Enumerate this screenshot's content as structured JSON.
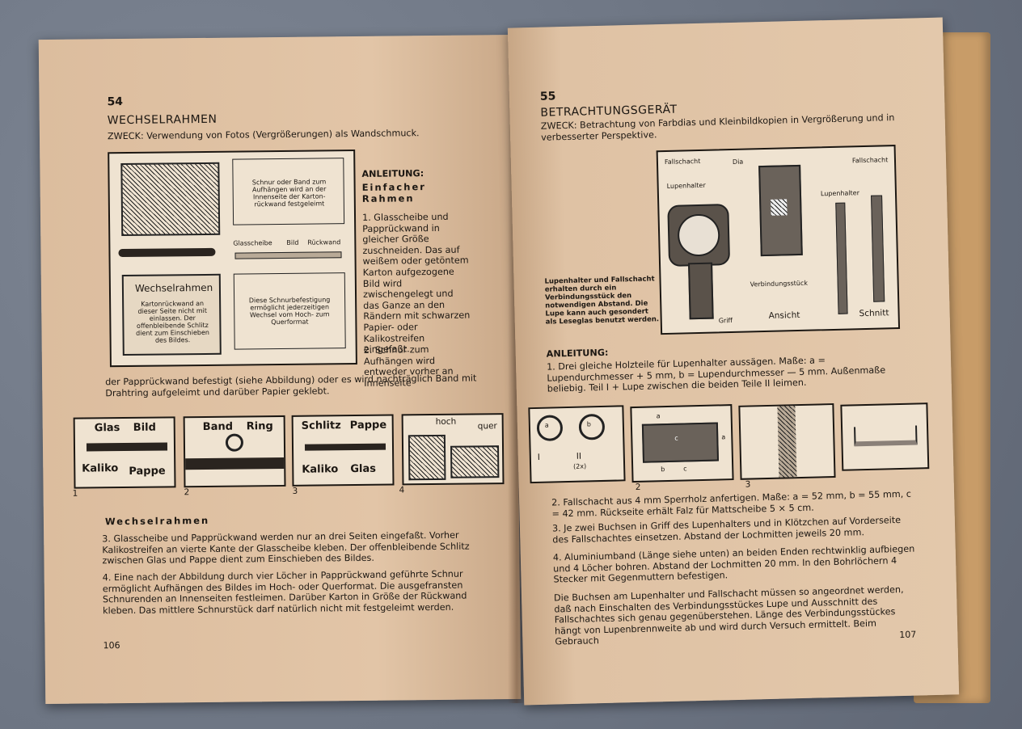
{
  "left": {
    "section_number": "54",
    "title": "WECHSELRAHMEN",
    "purpose": "ZWECK: Verwendung von Fotos (Vergrößerungen) als Wandschmuck.",
    "fig_labels": {
      "string_note": "Schnur oder Band zum Aufhängen wird an der Innenseite der Karton-rückwand festgeleimt",
      "glasscheibe": "Glasscheibe",
      "bild": "Bild",
      "rueckwand": "Rückwand",
      "frame_title": "Wechselrahmen",
      "frame_note": "Kartonrückwand an dieser Seite nicht mit einlassen. Der offenbleibende Schlitz dient zum Einschieben des Bildes.",
      "fastening_note": "Diese Schnurbefestigung ermöglicht jederzeitigen Wechsel vom Hoch- zum Querformat"
    },
    "instructions_heading": "ANLEITUNG:",
    "subheading": "Einfacher Rahmen",
    "step1": "1. Glasscheibe und Papprückwand in gleicher Größe zuschneiden. Das auf weißem oder getöntem Karton aufgezogene Bild wird zwischengelegt und das Ganze an den Rändern mit schwarzen Papier- oder Kalikostreifen eingefaßt.",
    "step2": "2. Schnur zum Aufhängen wird entweder vorher an Innenseite",
    "step2_cont": "der Papprückwand befestigt (siehe Abbildung) oder es wird nachträglich Band mit Drahtring aufgeleimt und darüber Papier geklebt.",
    "small_figs": [
      {
        "number": "1",
        "labels": [
          "Glas",
          "Bild",
          "Kaliko",
          "Pappe"
        ]
      },
      {
        "number": "2",
        "labels": [
          "Band",
          "Ring"
        ]
      },
      {
        "number": "3",
        "labels": [
          "Schlitz",
          "Pappe",
          "Kaliko",
          "Glas"
        ]
      },
      {
        "number": "4",
        "labels": [
          "hoch",
          "quer"
        ]
      }
    ],
    "subheading2": "Wechselrahmen",
    "step3": "3. Glasscheibe und Papprückwand werden nur an drei Seiten eingefaßt. Vorher Kalikostreifen an vierte Kante der Glasscheibe kleben. Der offenbleibende Schlitz zwischen Glas und Pappe dient zum Einschieben des Bildes.",
    "step4": "4. Eine nach der Abbildung durch vier Löcher in Papprückwand geführte Schnur ermöglicht Aufhängen des Bildes im Hoch- oder Querformat. Die ausgefransten Schnurenden an Innenseiten festleimen. Darüber Karton in Größe der Rückwand kleben. Das mittlere Schnurstück darf natürlich nicht mit festgeleimt werden.",
    "page_number": "106"
  },
  "right": {
    "section_number": "55",
    "title": "BETRACHTUNGSGERÄT",
    "purpose": "ZWECK: Betrachtung von Farbdias und Kleinbildkopien in Vergrößerung und in verbesserter Perspektive.",
    "fig_labels": {
      "fallschacht": "Fallschacht",
      "dia": "Dia",
      "fallschacht2": "Fallschacht",
      "lupenhalter": "Lupenhalter",
      "lupenhalter2": "Lupenhalter",
      "verbindungsstueck": "Verbindungsstück",
      "griff": "Griff",
      "ansicht": "Ansicht",
      "schnitt": "Schnitt"
    },
    "fig_caption": "Lupenhalter und Fallschacht erhalten durch ein Verbindungsstück den notwendigen Abstand. Die Lupe kann auch gesondert als Leseglas benutzt werden.",
    "instructions_heading": "ANLEITUNG:",
    "step1": "1. Drei gleiche Holzteile für Lupenhalter aussägen. Maße: a = Lupendurchmesser + 5 mm, b = Lupendurchmesser — 5 mm. Außenmaße beliebig. Teil I + Lupe zwischen die beiden Teile II leimen.",
    "small_figs": [
      {
        "number": "",
        "labels": [
          "a",
          "b",
          "I",
          "II",
          "(2x)"
        ]
      },
      {
        "number": "2",
        "labels": [
          "a",
          "c",
          "a",
          "b",
          "c"
        ]
      },
      {
        "number": "3",
        "labels": []
      },
      {
        "number": "",
        "labels": []
      }
    ],
    "step2": "2. Fallschacht aus 4 mm Sperrholz anfertigen. Maße: a = 52 mm, b = 55 mm, c = 42 mm. Rückseite erhält Falz für Mattscheibe 5 × 5 cm.",
    "step3": "3. Je zwei Buchsen in Griff des Lupenhalters und in Klötzchen auf Vorderseite des Fallschachtes einsetzen. Abstand der Lochmitten jeweils 20 mm.",
    "step4": "4. Aluminiumband (Länge siehe unten) an beiden Enden rechtwinklig aufbiegen und 4 Löcher bohren. Abstand der Lochmitten 20 mm. In den Bohrlöchern 4 Stecker mit Gegenmuttern befestigen.",
    "closing": "Die Buchsen am Lupenhalter und Fallschacht müssen so angeordnet werden, daß nach Einschalten des Verbindungsstückes Lupe und Ausschnitt des Fallschachtes sich genau gegenüberstehen. Länge des Verbindungsstückes hängt von Lupenbrennweite ab und wird durch Versuch ermittelt. Beim Gebrauch",
    "page_number": "107"
  }
}
